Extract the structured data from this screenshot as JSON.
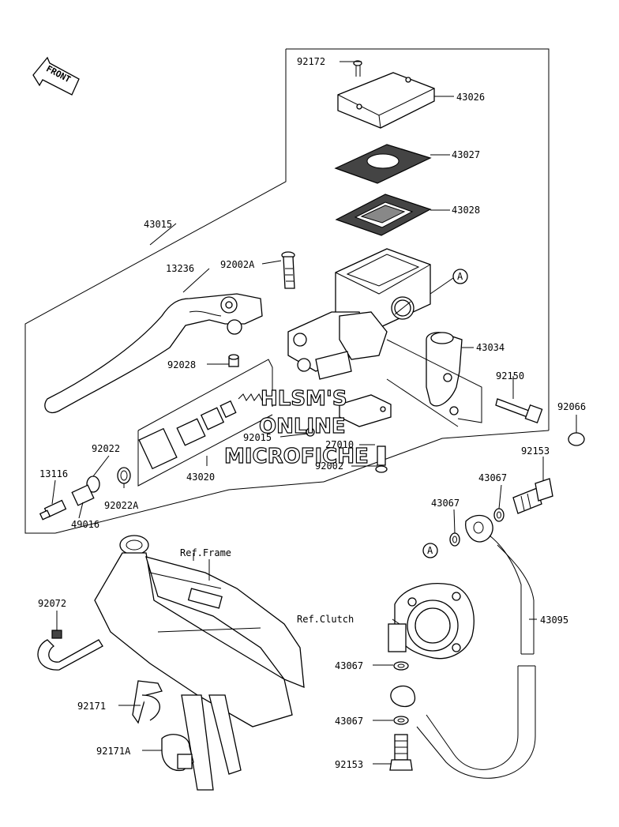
{
  "front_label": "FRONT",
  "callouts": {
    "c43015": "43015",
    "c13236": "13236",
    "c92002A": "92002A",
    "c92172": "92172",
    "c43026": "43026",
    "c43027": "43027",
    "c43028": "43028",
    "c43034": "43034",
    "c92150": "92150",
    "c92066": "92066",
    "c92028": "92028",
    "c92015": "92015",
    "c27010": "27010",
    "c92002": "92002",
    "c43020": "43020",
    "c92022": "92022",
    "c92022A": "92022A",
    "c13116": "13116",
    "c49016": "49016",
    "c92153a": "92153",
    "c43067a": "43067",
    "c43067b": "43067",
    "c43067c": "43067",
    "c43067d": "43067",
    "c92153b": "92153",
    "c43095": "43095",
    "c92072": "92072",
    "c92171": "92171",
    "c92171A": "92171A",
    "ref_frame": "Ref.Frame",
    "ref_clutch": "Ref.Clutch",
    "markerA1": "A",
    "markerA2": "A"
  },
  "watermark": {
    "line1": "HLSM'S",
    "line2": "ONLINE",
    "line3": "MICROFICHE"
  }
}
